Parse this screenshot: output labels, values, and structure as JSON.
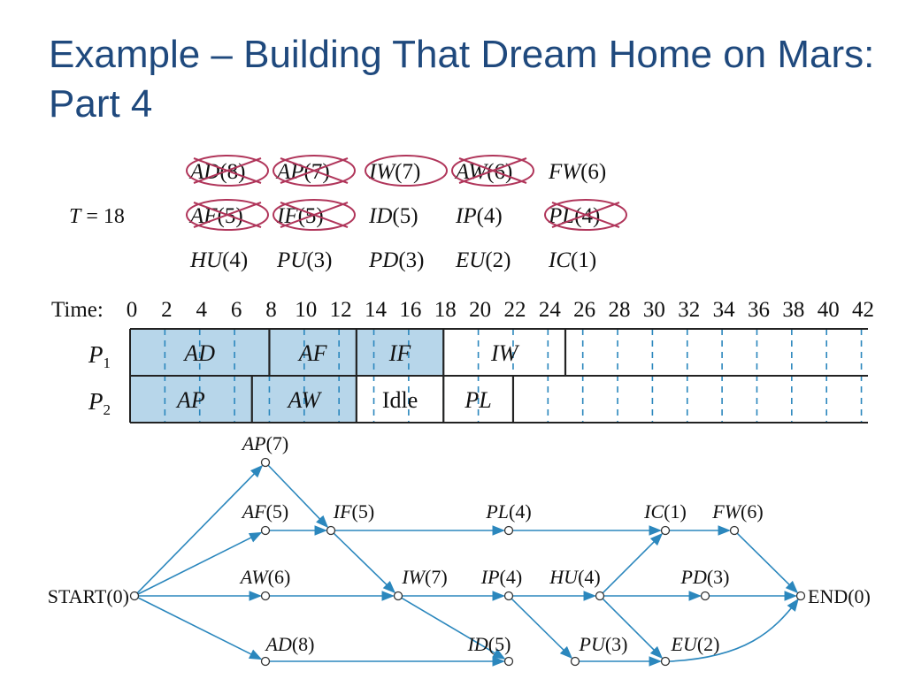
{
  "title": "Example – Building That Dream Home on Mars:  Part 4",
  "priority": {
    "time_label": "T = 18",
    "rows": [
      [
        {
          "t": "AD",
          "d": "(8)",
          "crossed": true
        },
        {
          "t": "AP",
          "d": "(7)",
          "crossed": true
        },
        {
          "t": "IW",
          "d": "(7)",
          "crossed": false,
          "circled": true
        },
        {
          "t": "AW",
          "d": "(6)",
          "crossed": true
        },
        {
          "t": "FW",
          "d": "(6)",
          "crossed": false
        }
      ],
      [
        {
          "t": "AF",
          "d": "(5)",
          "crossed": true
        },
        {
          "t": "IF",
          "d": "(5)",
          "crossed": true
        },
        {
          "t": "ID",
          "d": "(5)",
          "crossed": false
        },
        {
          "t": "IP",
          "d": "(4)",
          "crossed": false
        },
        {
          "t": "PL",
          "d": "(4)",
          "crossed": true
        }
      ],
      [
        {
          "t": "HU",
          "d": "(4)",
          "crossed": false
        },
        {
          "t": "PU",
          "d": "(3)",
          "crossed": false
        },
        {
          "t": "PD",
          "d": "(3)",
          "crossed": false
        },
        {
          "t": "EU",
          "d": "(2)",
          "crossed": false
        },
        {
          "t": "IC",
          "d": "(1)",
          "crossed": false
        }
      ]
    ]
  },
  "schedule": {
    "time_label": "Time:",
    "ticks": [
      "0",
      "2",
      "4",
      "6",
      "8",
      "10",
      "12",
      "14",
      "16",
      "18",
      "20",
      "22",
      "24",
      "26",
      "28",
      "30",
      "32",
      "34",
      "36",
      "38",
      "40",
      "42"
    ],
    "max_time": 42,
    "processors": [
      {
        "p": "P",
        "sub": "1",
        "tasks": [
          {
            "label": "AD",
            "start": 0,
            "end": 8,
            "shaded": true,
            "italic": true
          },
          {
            "label": "AF",
            "start": 8,
            "end": 13,
            "shaded": true,
            "italic": true
          },
          {
            "label": "IF",
            "start": 13,
            "end": 18,
            "shaded": true,
            "italic": true
          },
          {
            "label": "IW",
            "start": 18,
            "end": 25,
            "shaded": false,
            "italic": true
          }
        ]
      },
      {
        "p": "P",
        "sub": "2",
        "tasks": [
          {
            "label": "AP",
            "start": 0,
            "end": 7,
            "shaded": true,
            "italic": true
          },
          {
            "label": "AW",
            "start": 7,
            "end": 13,
            "shaded": true,
            "italic": true
          },
          {
            "label": "Idle",
            "start": 13,
            "end": 18,
            "shaded": false,
            "italic": false
          },
          {
            "label": "PL",
            "start": 18,
            "end": 22,
            "shaded": false,
            "italic": true
          }
        ]
      }
    ]
  },
  "graph": {
    "nodes": [
      {
        "id": "START",
        "name": "START",
        "dur": "(0)",
        "italic": false
      },
      {
        "id": "AP",
        "name": "AP",
        "dur": "(7)",
        "italic": true
      },
      {
        "id": "AF",
        "name": "AF",
        "dur": "(5)",
        "italic": true
      },
      {
        "id": "AW",
        "name": "AW",
        "dur": "(6)",
        "italic": true
      },
      {
        "id": "AD",
        "name": "AD",
        "dur": "(8)",
        "italic": true
      },
      {
        "id": "IF",
        "name": "IF",
        "dur": "(5)",
        "italic": true
      },
      {
        "id": "PL",
        "name": "PL",
        "dur": "(4)",
        "italic": true
      },
      {
        "id": "IW",
        "name": "IW",
        "dur": "(7)",
        "italic": true
      },
      {
        "id": "ID",
        "name": "ID",
        "dur": "(5)",
        "italic": true
      },
      {
        "id": "IP",
        "name": "IP",
        "dur": "(4)",
        "italic": true
      },
      {
        "id": "HU",
        "name": "HU",
        "dur": "(4)",
        "italic": true
      },
      {
        "id": "PU",
        "name": "PU",
        "dur": "(3)",
        "italic": true
      },
      {
        "id": "IC",
        "name": "IC",
        "dur": "(1)",
        "italic": true
      },
      {
        "id": "FW",
        "name": "FW",
        "dur": "(6)",
        "italic": true
      },
      {
        "id": "PD",
        "name": "PD",
        "dur": "(3)",
        "italic": true
      },
      {
        "id": "EU",
        "name": "EU",
        "dur": "(2)",
        "italic": true
      },
      {
        "id": "END",
        "name": "END",
        "dur": "(0)",
        "italic": false
      }
    ],
    "edges": [
      [
        "START",
        "AP"
      ],
      [
        "START",
        "AF"
      ],
      [
        "START",
        "AW"
      ],
      [
        "START",
        "AD"
      ],
      [
        "AP",
        "IF"
      ],
      [
        "AF",
        "IF"
      ],
      [
        "IF",
        "PL"
      ],
      [
        "IF",
        "IW"
      ],
      [
        "AW",
        "IW"
      ],
      [
        "AD",
        "ID"
      ],
      [
        "IW",
        "ID"
      ],
      [
        "IW",
        "IP"
      ],
      [
        "IP",
        "HU"
      ],
      [
        "IP",
        "PU"
      ],
      [
        "HU",
        "IC"
      ],
      [
        "HU",
        "PD"
      ],
      [
        "HU",
        "EU"
      ],
      [
        "PL",
        "IC"
      ],
      [
        "PU",
        "EU"
      ],
      [
        "IC",
        "FW"
      ],
      [
        "FW",
        "END"
      ],
      [
        "PD",
        "END"
      ],
      [
        "EU",
        "END"
      ]
    ]
  },
  "colors": {
    "title": "#1f497d",
    "shade": "#b7d6ea",
    "cross": "#b0355a",
    "arrow": "#2b87bd"
  }
}
